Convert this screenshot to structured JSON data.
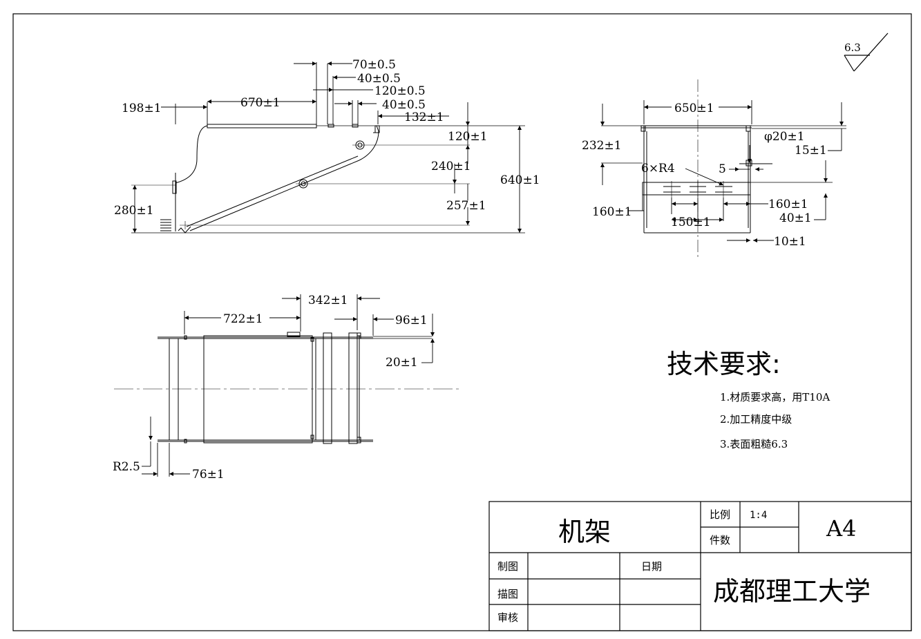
{
  "roughness_value": "6.3",
  "view1_dims": {
    "d198": "198±1",
    "d670": "670±1",
    "d70": "70±0.5",
    "d40a": "40±0.5",
    "d120a": "120±0.5",
    "d40b": "40±0.5",
    "d132": "132±1",
    "d120b": "120±1",
    "d240": "240±1",
    "d640": "640±1",
    "d280": "280±1",
    "d257": "257±1"
  },
  "view2_dims": {
    "d650": "650±1",
    "d232": "232±1",
    "d20": "φ20±1",
    "d15": "15±1",
    "d6r4": "6×R4",
    "d5": "5",
    "d160a": "160±1",
    "d160b": "160±1",
    "d150": "150±1",
    "d40": "40±1",
    "d10": "10±1"
  },
  "view3_dims": {
    "d342": "342±1",
    "d722": "722±1",
    "d96": "96±1",
    "d20": "20±1",
    "r25": "R2.5",
    "d76": "76±1"
  },
  "tech_requirements": {
    "heading": "技术要求:",
    "items": [
      "1.材质要求高，用T10A",
      "2.加工精度中级",
      "3.表面粗糙6.3"
    ]
  },
  "title_block": {
    "part_name": "机架",
    "scale_label": "比例",
    "scale_value": "1:4",
    "quantity_label": "件数",
    "sheet_size": "A4",
    "drawn_label": "制图",
    "date_label": "日期",
    "traced_label": "描图",
    "checked_label": "审核",
    "institution": "成都理工大学"
  }
}
